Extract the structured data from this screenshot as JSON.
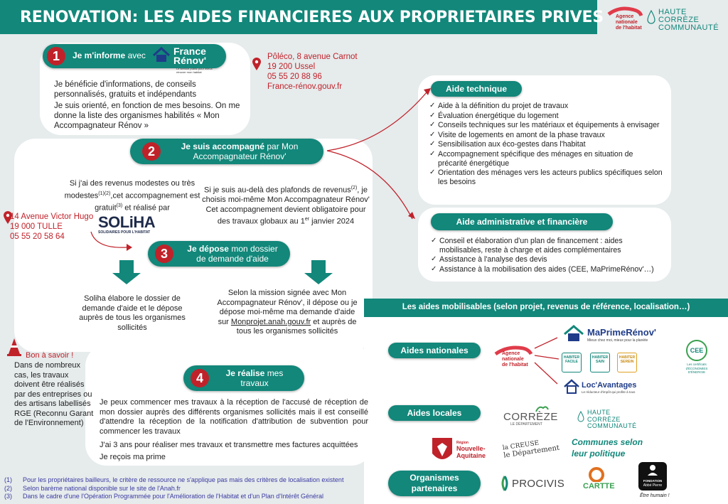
{
  "header": {
    "title": "RENOVATION: LES AIDES FINANCIERES AUX PROPRIETAIRES PRIVES",
    "anah_logo": {
      "line1": "Agence",
      "line2": "nationale",
      "line3": "de l'habitat"
    },
    "hcc_logo": {
      "line1": "HAUTE",
      "line2": "CORRÈZE",
      "line3": "COMMUNAUTÉ"
    }
  },
  "step1": {
    "num": "1",
    "label_bold": "Je m'informe",
    "label_rest": "avec",
    "france_renov": {
      "line1": "France",
      "line2": "Rénov'",
      "tagline": "Le service public pour mieux rénover mon habitat"
    },
    "text1": "Je bénéficie d'informations, de conseils personnalisés, gratuits et indépendants",
    "text2": "Je suis orienté, en fonction de mes besoins. On me donne la liste des organismes habilités « Mon Accompagnateur Rénov »",
    "address": [
      "Pôléco, 8 avenue Carnot",
      "19 200 Ussel",
      "05 55 20 88 96",
      "France-rénov.gouv.fr"
    ]
  },
  "step2": {
    "num": "2",
    "label_bold": "Je suis accompagné",
    "label_rest": "par Mon",
    "label_line2": "Accompagnateur  Rénov'",
    "left_text": "Si j'ai des revenus modestes ou très modestes",
    "left_sup": "(1)(2)",
    "left_text2": ",cet accompagnement  est gratuit",
    "left_sup2": "(3)",
    "left_text3": " et réalisé par",
    "soliha": {
      "name": "SOLiHA",
      "tagline": "SOLIDAIRES POUR L'HABITAT"
    },
    "right_text1": "Si je suis au-delà des plafonds de revenus",
    "right_sup": "(2)",
    "right_text2": ", je choisis moi-même Mon Accompagnateur Rénov'",
    "right_text3": "Cet accompagnement devient obligatoire pour des travaux globaux au 1",
    "right_sup2": "er",
    "right_text4": " janvier 2024",
    "tulle_address": [
      "14 Avenue Victor Hugo",
      "19 000 TULLE",
      "05 55 20 58 64"
    ]
  },
  "step3": {
    "num": "3",
    "label_bold": "Je dépose",
    "label_rest": "mon dossier",
    "label_line2": "de demande d'aide",
    "left_text": "Soliha élabore le dossier de demande d'aide et le dépose auprès de tous les organismes sollicités",
    "right_text1": "Selon la mission signée avec Mon Accompagnateur Rénov', il dépose ou je dépose moi-même ma demande d'aide sur",
    "right_link": "Monprojet.anah.gouv.fr",
    "right_text2": "et auprès de tous les organismes sollicités"
  },
  "step4": {
    "num": "4",
    "label_bold": "Je réalise",
    "label_rest": "mes",
    "label_line2": "travaux",
    "text1": "Je peux commencer mes travaux à la réception de l'accusé de réception de mon dossier auprès des différents organismes sollicités mais il est conseillé d'attendre la réception de la notification d'attribution de subvention pour commencer les travaux",
    "text2": "J'ai 3 ans pour réaliser mes travaux et transmettre mes factures acquittées",
    "text3": "Je reçois ma prime"
  },
  "bon_a_savoir": {
    "title": "Bon à savoir !",
    "text": "Dans de nombreux cas, les travaux doivent être réalisés par des entreprises ou des artisans labellisés RGE (Reconnu Garant de l'Environnement)"
  },
  "aide_technique": {
    "title": "Aide technique",
    "items": [
      "Aide à la définition du projet de travaux",
      "Évaluation énergétique du logement",
      "Conseils techniques sur les matériaux et équipements à envisager",
      "Visite de logements en amont de la phase travaux",
      "Sensibilisation aux éco-gestes dans l'habitat",
      "Accompagnement spécifique des ménages en situation de précarité énergétique",
      "Orientation des ménages vers les acteurs publics spécifiques selon les besoins"
    ]
  },
  "aide_admin": {
    "title": "Aide administrative  et financière",
    "items": [
      "Conseil et élaboration d'un plan de financement : aides mobilisables, reste à charge et aides complémentaires",
      "Assistance à l'analyse des devis",
      "Assistance à la mobilisation des aides (CEE, MaPrimeRénov'…)"
    ]
  },
  "aides": {
    "banner": "Les aides mobilisables  (selon projet, revenus de référence, localisation…)",
    "nationales": "Aides nationales",
    "locales": "Aides locales",
    "partenaires": "Organismes partenaires",
    "maprimerenov": {
      "name": "MaPrimeRénov'",
      "tagline": "Mieux chez moi, mieux pour la planète"
    },
    "habiter": [
      "HABITER FACILE",
      "HABITER SAIN",
      "HABITER SEREIN"
    ],
    "loc_avantages": {
      "name": "Loc'Avantages",
      "tagline": "Le réducteur d'impôt qui profite à tous"
    },
    "cee": {
      "name": "CEE",
      "tagline": "Les certificats d'ÉCONOMIES D'ÉNERGIE"
    },
    "correze": {
      "name": "CORRÈZE",
      "tagline": "LE DÉPARTEMENT"
    },
    "nouvelle_aquitaine": {
      "line1": "Région",
      "line2": "Nouvelle-",
      "line3": "Aquitaine"
    },
    "creuse": {
      "line1": "la CREUSE",
      "line2": "le Département"
    },
    "communes": "Communes selon leur politique",
    "procivis": "PROCIVIS",
    "cartte": "CARTTE",
    "fondation": {
      "line1": "FONDATION",
      "line2": "Abbé Pierre",
      "tagline": "Être humain !"
    }
  },
  "footnotes": [
    {
      "num": "(1)",
      "text": "Pour les propriétaires bailleurs, le critère de ressource ne s'applique pas mais des critères de localisation existent"
    },
    {
      "num": "(2)",
      "text": "Selon barème national disponible sur le site de l'Anah.fr"
    },
    {
      "num": "(3)",
      "text": "Dans le cadre d'une l'Opération Programmée pour l'Amélioration de l'Habitat et d'un Plan d'Intérêt Général"
    }
  ]
}
